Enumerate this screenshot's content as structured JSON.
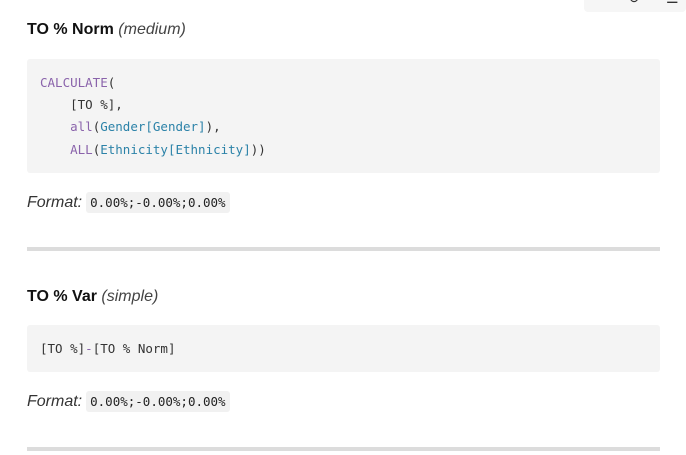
{
  "measures": [
    {
      "name": "TO % Norm",
      "complexity": "(medium)",
      "code": {
        "l1_fn": "CALCULATE",
        "l1_rest": "(",
        "l2": "    [TO %],",
        "l3_fn": "all",
        "l3_open": "(",
        "l3_ref": "Gender[Gender]",
        "l3_close": "),",
        "l4_fn": "ALL",
        "l4_open": "(",
        "l4_ref": "Ethnicity[Ethnicity]",
        "l4_close": "))"
      },
      "format_label": "Format:",
      "format_value": "0.00%;-0.00%;0.00%"
    },
    {
      "name": "TO % Var",
      "complexity": "(simple)",
      "code": {
        "a": "[TO %]",
        "op": "-",
        "b": "[TO % Norm]"
      },
      "format_label": "Format:",
      "format_value": "0.00%;-0.00%;0.00%"
    }
  ],
  "colors": {
    "keyword": "#8a63ab",
    "reference": "#2b82a8",
    "code_bg": "#f4f4f4"
  },
  "icons": [
    "refresh-icon",
    "list-icon"
  ]
}
